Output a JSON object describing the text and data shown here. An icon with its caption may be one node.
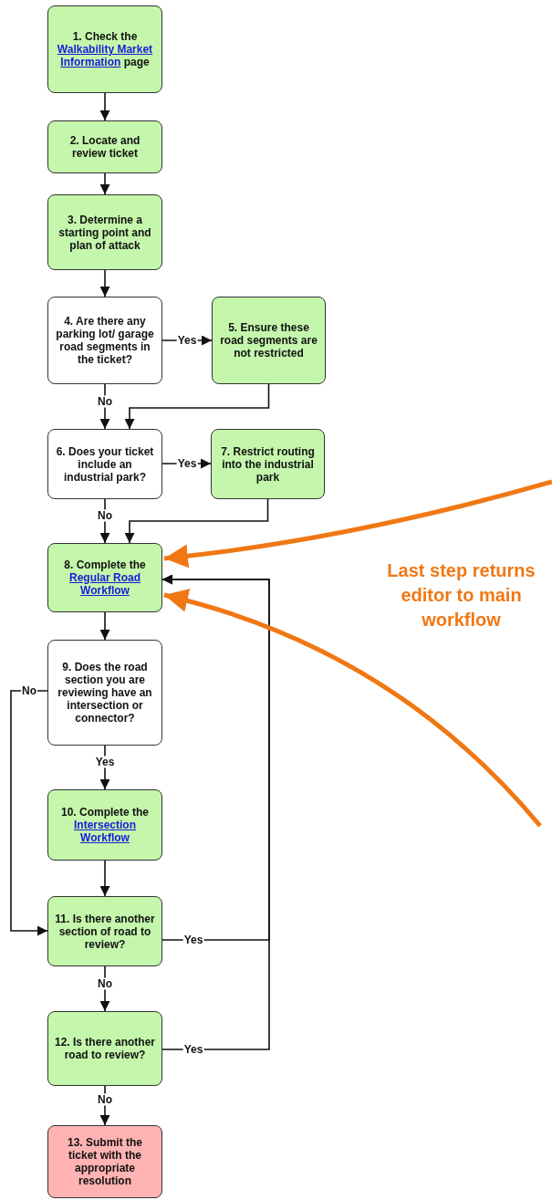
{
  "diagram": {
    "nodes": [
      {
        "text": [
          "1. Check the *Walkability Market Information* page"
        ]
      },
      {
        "text": [
          "2. Locate and review ticket"
        ]
      },
      {
        "text": [
          "3. Determine a starting point and plan of attack"
        ]
      },
      {
        "text": [
          "4. Are there any parking lot/ garage road segments in the ticket?"
        ]
      },
      {
        "text": [
          "5. Ensure these road segments are not restricted"
        ]
      },
      {
        "text": [
          "6. Does your ticket include an industrial park?"
        ]
      },
      {
        "text": [
          "7. Restrict routing into the industrial park"
        ]
      },
      {
        "text": [
          "8. Complete the *Regular Road Workflow*"
        ]
      },
      {
        "text": [
          "9. Does the road section you are reviewing have an intersection or connector?"
        ]
      },
      {
        "text": [
          "10. Complete the *Intersection Workflow*"
        ]
      },
      {
        "text": [
          "11. Is there another section of road to review?"
        ]
      },
      {
        "text": [
          "12. Is there another road to review?"
        ]
      },
      {
        "text": [
          "13. Submit the ticket with the appropriate resolution"
        ]
      }
    ],
    "edges": [
      {
        "from": 0,
        "to": 1,
        "arrow": "to"
      },
      {
        "from": 1,
        "to": 2,
        "arrow": "to"
      },
      {
        "from": 2,
        "to": 3,
        "arrow": "to"
      },
      {
        "from": 3,
        "to": 4,
        "arrow": "to",
        "label": "Yes"
      },
      {
        "from": 3,
        "to": 5,
        "arrow": "to",
        "label": "No"
      },
      {
        "from": 4,
        "to": 5,
        "arrow": "to"
      },
      {
        "from": 5,
        "to": 6,
        "arrow": "to",
        "label": "Yes"
      },
      {
        "from": 5,
        "to": 7,
        "arrow": "to",
        "label": "No"
      },
      {
        "from": 6,
        "to": 7,
        "arrow": "to"
      },
      {
        "from": 7,
        "to": 8,
        "arrow": "to"
      },
      {
        "from": 8,
        "to": 9,
        "arrow": "to",
        "label": "Yes"
      },
      {
        "from": 8,
        "to": 10,
        "arrow": "to",
        "label": "No"
      },
      {
        "from": 9,
        "to": 10,
        "arrow": "to"
      },
      {
        "from": 10,
        "to": 7,
        "arrow": "to",
        "label": "Yes"
      },
      {
        "from": 11,
        "to": 7,
        "arrow": "to",
        "label": "Yes"
      },
      {
        "from": 10,
        "to": 11,
        "arrow": "to",
        "label": "No"
      },
      {
        "from": 11,
        "to": 12,
        "arrow": "to",
        "label": "No"
      },
      {
        "from": null,
        "to": 7,
        "arrow": "to",
        "style": "thick",
        "color": "#f07814"
      },
      {
        "from": null,
        "to": 7,
        "arrow": "to",
        "style": "thick",
        "color": "#f07814"
      }
    ],
    "labels": [
      "Last step returns editor to main workflow"
    ]
  }
}
